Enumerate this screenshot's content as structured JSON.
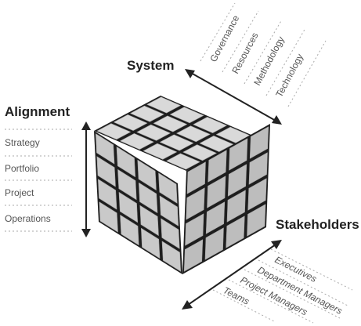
{
  "alignment": {
    "title": "Alignment",
    "items": [
      "Strategy",
      "Portfolio",
      "Project",
      "Operations"
    ]
  },
  "system": {
    "title": "System",
    "items": [
      "Governance",
      "Resources",
      "Methodology",
      "Technology"
    ]
  },
  "stakeholders": {
    "title": "Stakeholders",
    "items": [
      "Executives",
      "Department Managers",
      "Project Managers",
      "Teams"
    ]
  },
  "cube": {
    "grid": 4,
    "face_color": "#c9c9c9",
    "top_color": "#d9d9d9",
    "side_color": "#bdbdbd",
    "gap_color": "#1e1e1e"
  },
  "colors": {
    "arrow": "#222222",
    "dash": "#aaaaaa"
  }
}
